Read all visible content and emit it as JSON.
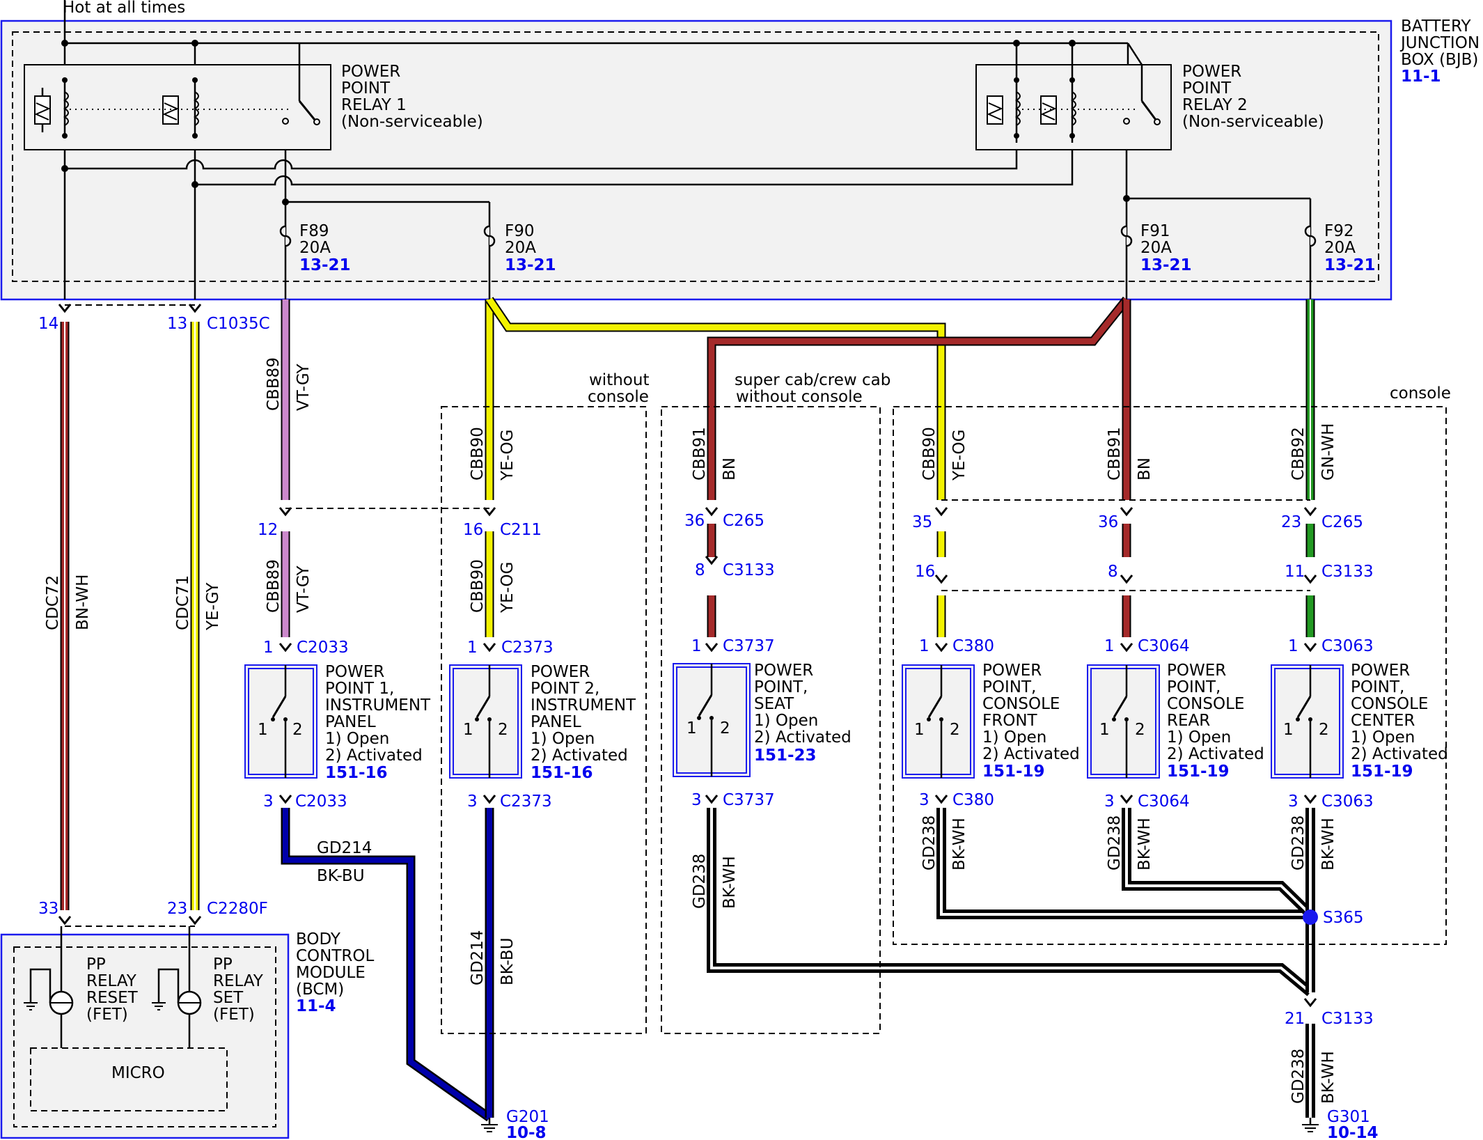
{
  "header": {
    "feed_label": "Hot at all times"
  },
  "bjb": {
    "title_1": "BATTERY",
    "title_2": "JUNCTION",
    "title_3": "BOX (BJB)",
    "ref": "11-1"
  },
  "relays": [
    {
      "l1": "POWER",
      "l2": "POINT",
      "l3": "RELAY 1",
      "l4": "(Non-serviceable)"
    },
    {
      "l1": "POWER",
      "l2": "POINT",
      "l3": "RELAY 2",
      "l4": "(Non-serviceable)"
    }
  ],
  "fuses": [
    {
      "name": "F89",
      "rating": "20A",
      "ref": "13-21"
    },
    {
      "name": "F90",
      "rating": "20A",
      "ref": "13-21"
    },
    {
      "name": "F91",
      "rating": "20A",
      "ref": "13-21"
    },
    {
      "name": "F92",
      "rating": "20A",
      "ref": "13-21"
    }
  ],
  "connectors": {
    "p14": "14",
    "p13": "13",
    "c1035c": "C1035C",
    "p33": "33",
    "p23": "23",
    "c2280f": "C2280F",
    "p12": "12",
    "p16a": "16",
    "c211": "C211",
    "p36a": "36",
    "c265a": "C265",
    "p8a": "8",
    "c3133a": "C3133",
    "p35": "35",
    "p36b": "36",
    "p23b": "23",
    "c265b": "C265",
    "p16b": "16",
    "p8b": "8",
    "p11": "11",
    "c3133b": "C3133",
    "p1": "1",
    "p3": "3",
    "c2033": "C2033",
    "c2373": "C2373",
    "c3737": "C3737",
    "c380": "C380",
    "c3064": "C3064",
    "c3063": "C3063",
    "p21": "21",
    "c3133c": "C3133"
  },
  "wires": {
    "cdc72": "CDC72",
    "bnwh": "BN-WH",
    "cdc71": "CDC71",
    "yegy": "YE-GY",
    "cbb89": "CBB89",
    "vtgy": "VT-GY",
    "cbb90": "CBB90",
    "yeog": "YE-OG",
    "cbb91": "CBB91",
    "bn": "BN",
    "cbb92": "CBB92",
    "gnwh": "GN-WH",
    "gd214": "GD214",
    "bkbu": "BK-BU",
    "gd238": "GD238",
    "bkwh": "BK-WH"
  },
  "regions": {
    "without_console_1": "without",
    "without_console_2": "console",
    "supercab_1": "super cab/crew cab",
    "supercab_2": "without console",
    "console": "console"
  },
  "switches": [
    {
      "l1": "POWER",
      "l2": "POINT 1,",
      "l3": "INSTRUMENT",
      "l4": "PANEL",
      "s1": "1) Open",
      "s2": "2) Activated",
      "ref": "151-16"
    },
    {
      "l1": "POWER",
      "l2": "POINT 2,",
      "l3": "INSTRUMENT",
      "l4": "PANEL",
      "s1": "1) Open",
      "s2": "2) Activated",
      "ref": "151-16"
    },
    {
      "l1": "POWER",
      "l2": "POINT,",
      "l3": "SEAT",
      "l4": "",
      "s1": "1) Open",
      "s2": "2) Activated",
      "ref": "151-23"
    },
    {
      "l1": "POWER",
      "l2": "POINT,",
      "l3": "CONSOLE",
      "l4": "FRONT",
      "s1": "1) Open",
      "s2": "2) Activated",
      "ref": "151-19"
    },
    {
      "l1": "POWER",
      "l2": "POINT,",
      "l3": "CONSOLE",
      "l4": "REAR",
      "s1": "1) Open",
      "s2": "2) Activated",
      "ref": "151-19"
    },
    {
      "l1": "POWER",
      "l2": "POINT,",
      "l3": "CONSOLE",
      "l4": "CENTER",
      "s1": "1) Open",
      "s2": "2) Activated",
      "ref": "151-19"
    }
  ],
  "switch_pins": {
    "pin1": "1",
    "pin2": "2"
  },
  "splice": {
    "name": "S365"
  },
  "grounds": [
    {
      "name": "G201",
      "ref": "10-8"
    },
    {
      "name": "G301",
      "ref": "10-14"
    }
  ],
  "bcm": {
    "title_1": "BODY",
    "title_2": "CONTROL",
    "title_3": "MODULE",
    "title_4": "(BCM)",
    "ref": "11-4",
    "reset_1": "PP",
    "reset_2": "RELAY",
    "reset_3": "RESET",
    "reset_4": "(FET)",
    "set_1": "PP",
    "set_2": "RELAY",
    "set_3": "SET",
    "set_4": "(FET)",
    "micro": "MICRO"
  },
  "colors": {
    "module_border": "#1a1aee",
    "label_blue": "#0000ee",
    "wire_brown": "#a52a2a",
    "wire_yellow": "#f2f200",
    "wire_violet": "#cc88cc",
    "wire_green": "#229922",
    "wire_blue": "#0000aa",
    "wire_black": "#000000",
    "module_fill": "#f2f2f2"
  }
}
